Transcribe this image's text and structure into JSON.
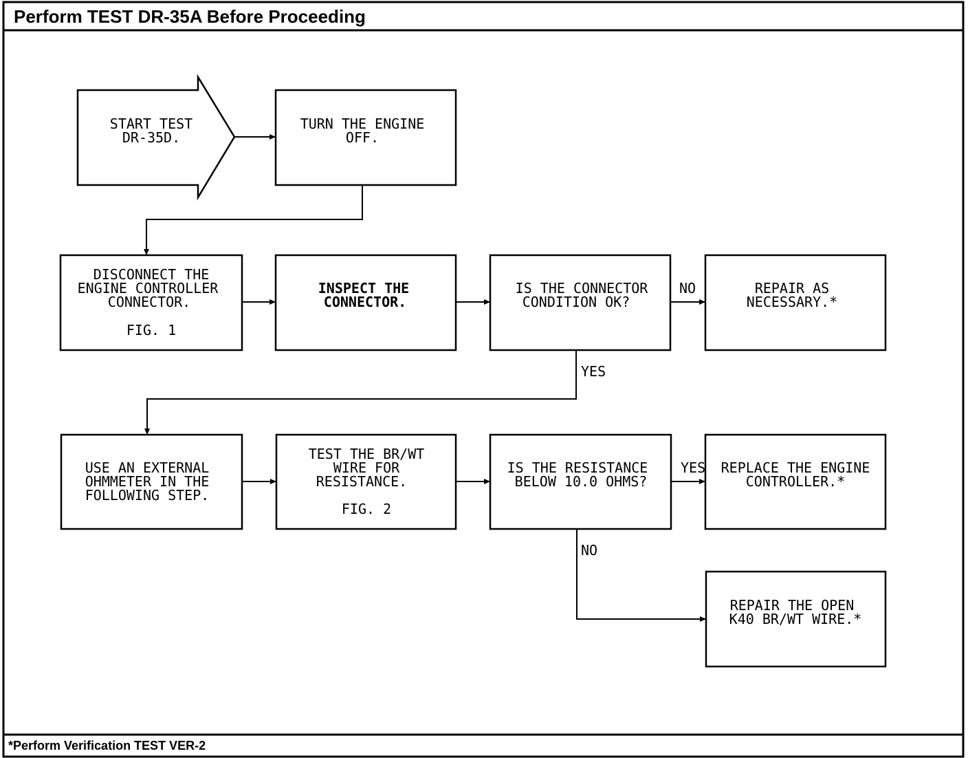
{
  "header": {
    "title": "Perform TEST DR-35A Before Proceeding"
  },
  "footer": {
    "note": "*Perform Verification TEST VER-2"
  },
  "flowchart": {
    "start": {
      "lines": [
        "START TEST",
        "DR-35D."
      ]
    },
    "turn_off": {
      "lines": [
        "TURN THE ENGINE",
        "OFF."
      ]
    },
    "disconnect": {
      "lines": [
        "DISCONNECT THE",
        "ENGINE CONTROLLER",
        "CONNECTOR.",
        "",
        "FIG. 1"
      ]
    },
    "inspect": {
      "lines": [
        "INSPECT THE",
        "CONNECTOR."
      ]
    },
    "connector_ok": {
      "lines": [
        "IS THE CONNECTOR",
        "CONDITION OK?"
      ]
    },
    "repair_necessary": {
      "lines": [
        "REPAIR AS",
        "NECESSARY.*"
      ]
    },
    "use_ohmmeter": {
      "lines": [
        "USE AN EXTERNAL",
        "OHMMETER IN THE",
        "FOLLOWING STEP."
      ]
    },
    "test_wire": {
      "lines": [
        "TEST THE BR/WT",
        "WIRE FOR",
        "RESISTANCE.",
        "",
        "FIG. 2"
      ]
    },
    "resistance_check": {
      "lines": [
        "IS THE RESISTANCE",
        "BELOW 10.0 OHMS?"
      ]
    },
    "replace_controller": {
      "lines": [
        "REPLACE THE ENGINE",
        "CONTROLLER.*"
      ]
    },
    "repair_open": {
      "lines": [
        "REPAIR THE OPEN",
        "K40 BR/WT WIRE.*"
      ]
    },
    "labels": {
      "no_1": "NO",
      "yes_1": "YES",
      "yes_2": "YES",
      "no_2": "NO"
    }
  }
}
